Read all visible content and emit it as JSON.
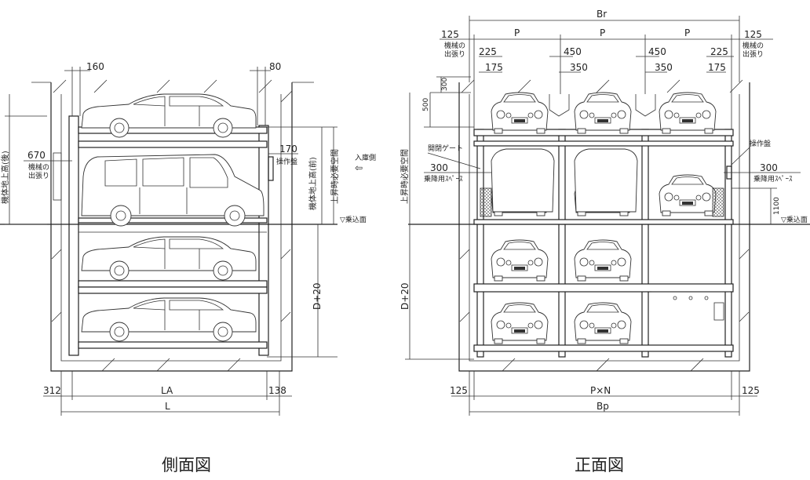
{
  "captions": {
    "side": "側面図",
    "front": "正面図"
  },
  "side": {
    "top_left_dim": "160",
    "top_right_dim": "80",
    "bottom_left_dim": "312",
    "bottom_mid_dim": "LA",
    "bottom_right_dim": "138",
    "bottom_total_dim": "L",
    "overhang_value": "670",
    "overhang_label_1": "機械の",
    "overhang_label_2": "出張り",
    "right_value": "170",
    "panel_label": "操作盤",
    "entry_label": "入庫側",
    "entry_arrow": "⇦",
    "ground_label": "▽乗込面",
    "depth_dim": "D+20",
    "vert_left": "機体地上高(後)",
    "vert_right_1": "機体地上高(前)",
    "vert_right_2": "上昇時必要空間"
  },
  "front": {
    "top_total": "Br",
    "pitch": [
      "P",
      "P",
      "P"
    ],
    "edge_left": "125",
    "edge_right": "125",
    "overhang_1": "機械の",
    "overhang_2": "出張り",
    "dim_225_l": "225",
    "dim_175_l": "175",
    "dim_450_a": "450",
    "dim_350_a": "350",
    "dim_450_b": "450",
    "dim_350_b": "350",
    "dim_225_r": "225",
    "dim_175_r": "175",
    "dim_300_top": "300",
    "dim_500": "500",
    "gate_label": "開閉ゲート",
    "panel_label": "操作盤",
    "space_left_value": "300",
    "space_left_label": "乗降用ｽﾍﾟｰｽ",
    "space_right_value": "300",
    "space_right_label": "乗降用ｽﾍﾟｰｽ",
    "dim_1100": "1100",
    "ground_label": "▽乗込面",
    "vert_left": "上昇時必要空間",
    "depth_dim": "D+20",
    "bottom_left": "125",
    "bottom_mid": "P×N",
    "bottom_right": "125",
    "bottom_total": "Bp"
  }
}
